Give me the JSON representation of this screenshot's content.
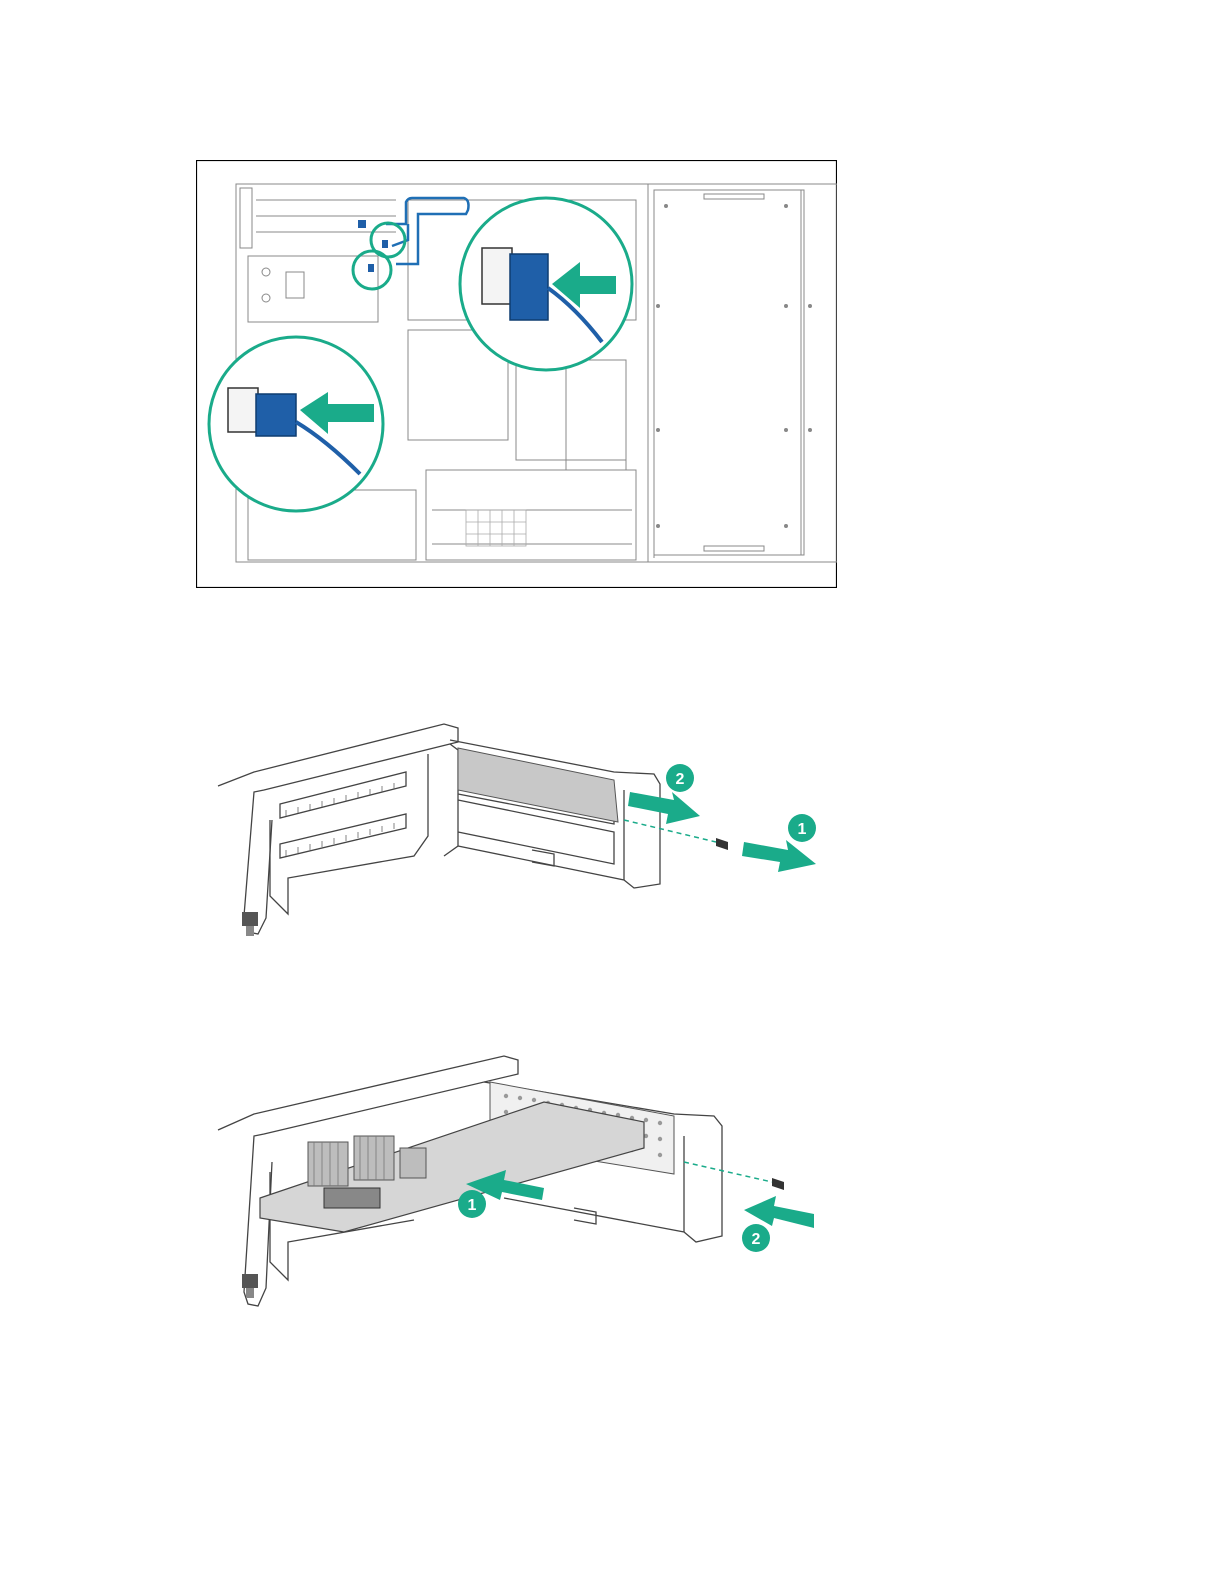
{
  "page": {
    "background": "#ffffff"
  },
  "colors": {
    "accent_green": "#1aab8a",
    "cable_blue": "#1f6fb5",
    "connector_blue": "#1f5fa8",
    "line_gray": "#777777",
    "frame_black": "#000000"
  },
  "figures": [
    {
      "name": "cable-connection-diagram",
      "has_border": true,
      "callout_circles": 2,
      "arrow_icon": "push-arrow-icon"
    },
    {
      "name": "riser-cage-removal-diagram",
      "callouts": [
        "1",
        "2"
      ]
    },
    {
      "name": "riser-board-install-diagram",
      "callouts": [
        "1",
        "2"
      ]
    }
  ]
}
